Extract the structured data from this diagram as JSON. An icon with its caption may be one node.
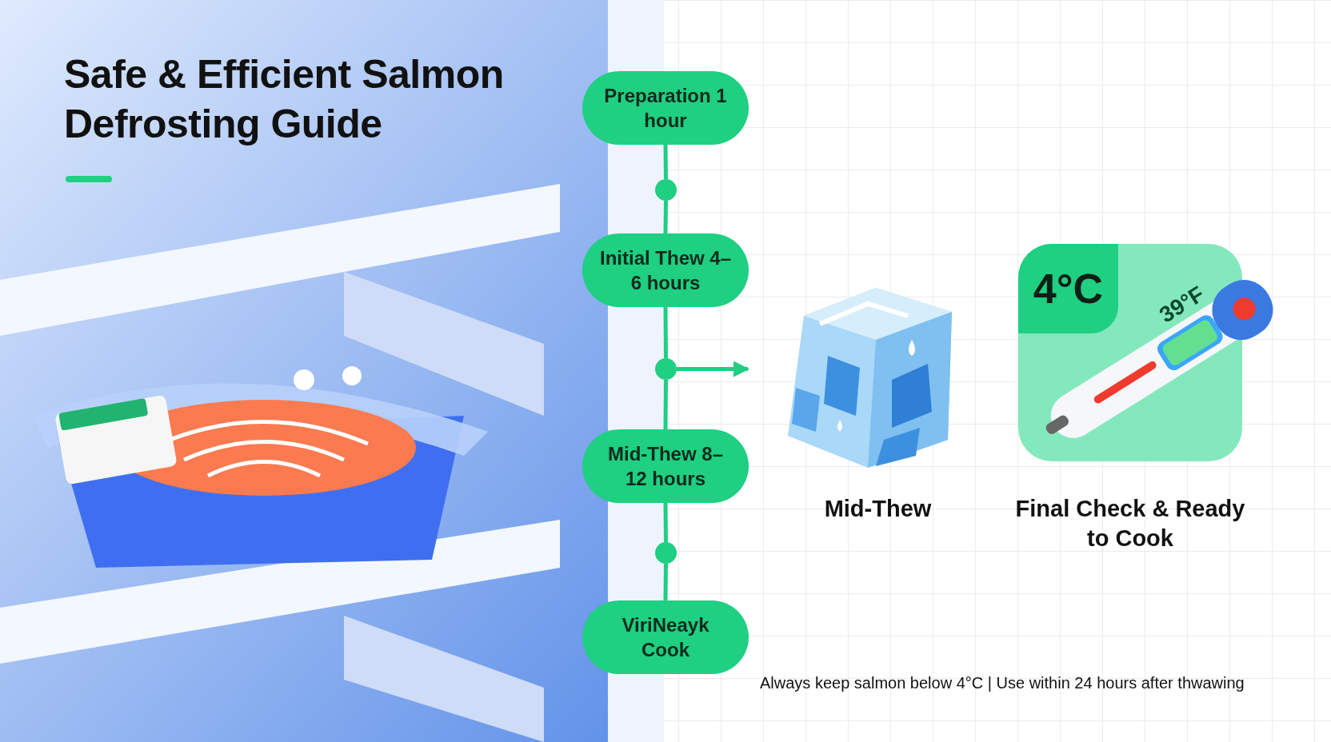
{
  "diagram": {
    "title": "Safe & Efficient Salmon Defrosting Guide",
    "nodes": [
      {
        "text": [
          "Preparation 1 hour"
        ]
      },
      {
        "text": [],
        "shape": "circle"
      },
      {
        "text": [
          "Initial Thew 4–6 hours"
        ]
      },
      {
        "text": [],
        "shape": "circle"
      },
      {
        "text": [
          "Mid-Thew 8–12 hours"
        ]
      },
      {
        "text": [],
        "shape": "circle"
      },
      {
        "text": [
          "ViriNeayk Cook"
        ]
      },
      {
        "text": [],
        "shape": "picture",
        "beside": [
          "Mid-Thew"
        ]
      },
      {
        "text": [
          "4°C"
        ],
        "beside": [
          "Final Check & Ready to Cook"
        ]
      }
    ],
    "edges": [
      {
        "from": 0,
        "to": 1,
        "arrow": "none"
      },
      {
        "from": 1,
        "to": 2,
        "arrow": "none"
      },
      {
        "from": 2,
        "to": 3,
        "arrow": "none"
      },
      {
        "from": 3,
        "to": 4,
        "arrow": "none"
      },
      {
        "from": 4,
        "to": 5,
        "arrow": "none"
      },
      {
        "from": 5,
        "to": 6,
        "arrow": "none"
      },
      {
        "from": 3,
        "to": 7,
        "arrow": "to"
      }
    ],
    "labels": [
      "39°F",
      "Always keep salmon below 4°C | Use within 24 hours after thwawing"
    ]
  }
}
